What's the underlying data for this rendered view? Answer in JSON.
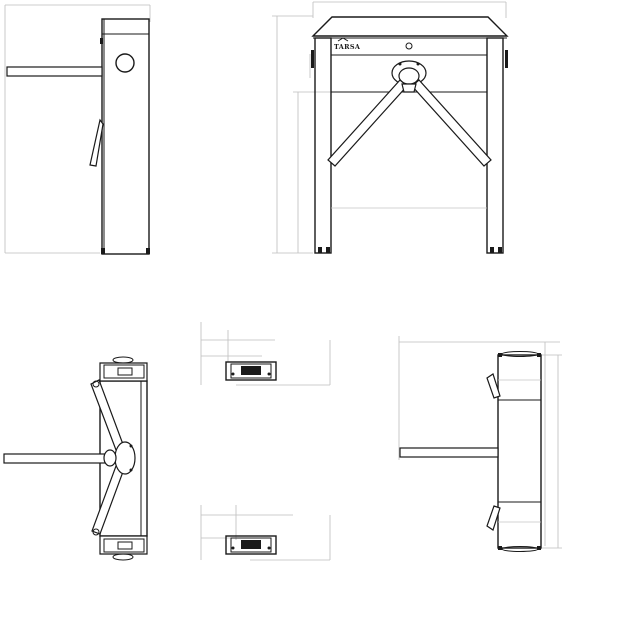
{
  "drawing": {
    "views": [
      {
        "id": "side-view"
      },
      {
        "id": "front-view",
        "logo_text": "TARSA"
      },
      {
        "id": "top-view"
      },
      {
        "id": "mount-plate-detail-top"
      },
      {
        "id": "mount-plate-detail-bottom"
      },
      {
        "id": "rear-view"
      }
    ],
    "colors": {
      "line": "#1a1a1a",
      "dimension": "#bdbdbd",
      "background": "#ffffff"
    }
  }
}
